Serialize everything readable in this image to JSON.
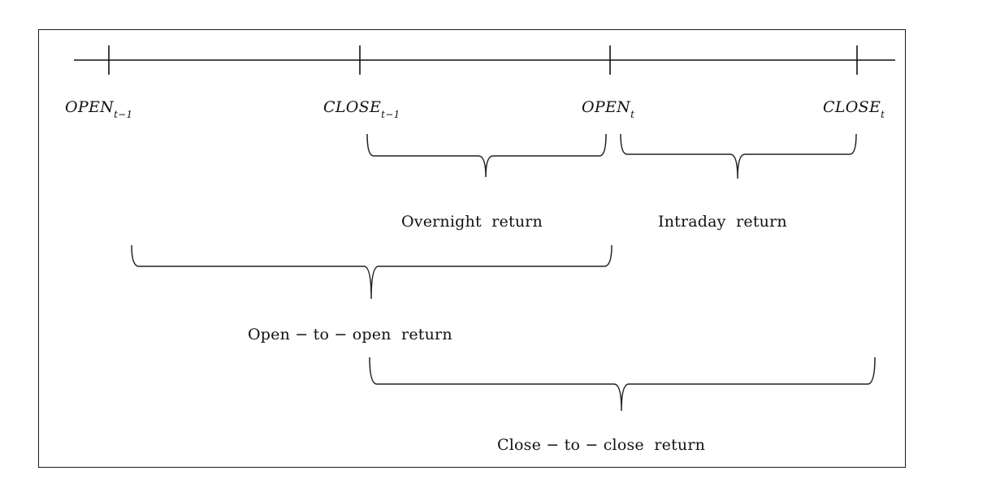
{
  "timeline": {
    "points": [
      {
        "main": "OPEN",
        "sub": "t−1"
      },
      {
        "main": "CLOSE",
        "sub": "t−1"
      },
      {
        "main": "OPEN",
        "sub": "t"
      },
      {
        "main": "CLOSE",
        "sub": "t"
      }
    ]
  },
  "returns": {
    "overnight": "Overnight  return",
    "intraday": "Intraday  return",
    "open_to_open": "Open − to − open  return",
    "close_to_close": "Close − to − close  return"
  }
}
